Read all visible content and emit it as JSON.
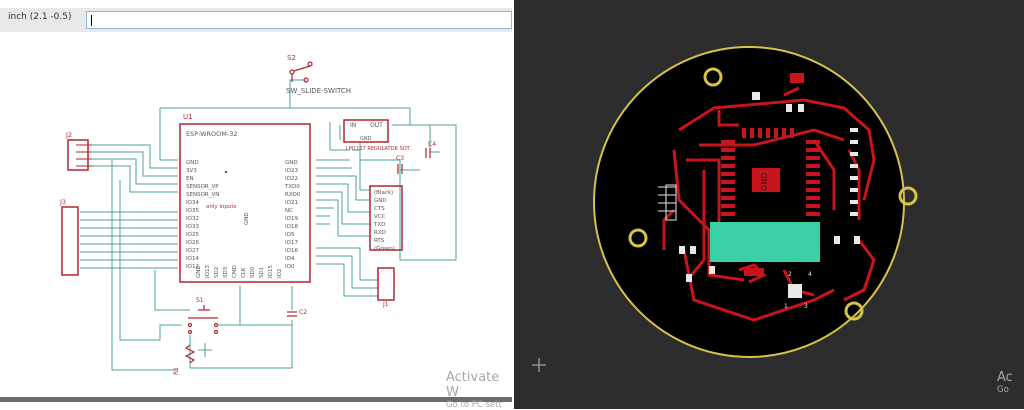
{
  "command_bar": {
    "coordinate_readout": "inch (2.1 -0.5)",
    "command_input_value": ""
  },
  "schematic": {
    "switch_ref": "S2",
    "switch_label": "SW_SLIDE-SWITCH",
    "module_ref": "U1",
    "module_name": "ESP-WROOM-32",
    "left_pins": [
      "GND",
      "3V3",
      "EN",
      "SENSOR_VP",
      "SENSOR_VN",
      "IO34",
      "IO35",
      "IO32",
      "IO33",
      "IO25",
      "IO26",
      "IO27",
      "IO14",
      "IO12"
    ],
    "right_pins": [
      "GND",
      "IO23",
      "IO22",
      "TXD0",
      "RXD0",
      "IO21",
      "NC",
      "IO19",
      "IO18",
      "IO5",
      "IO17",
      "IO16",
      "IO4",
      "IO0"
    ],
    "bottom_pins": [
      "GND",
      "IO13",
      "SD2",
      "SD3",
      "CMD",
      "CLK",
      "SD0",
      "SD1",
      "IO15",
      "IO2"
    ],
    "center_gnd": "GND",
    "input_note": "only inputs",
    "regulator_pins": {
      "in": "IN",
      "out": "OUT",
      "gnd": "GND"
    },
    "regulator_label": "LM1117 REGULATOR SOT",
    "cap_labels": [
      "C4",
      "C3",
      "C2"
    ],
    "header_j2": "J2",
    "header_j3": "J3",
    "header_j1": "J1",
    "button_ref": "S1",
    "resistor_ref": "R1",
    "ftdi_pins": [
      "(Black)",
      "GND",
      "CTS",
      "VCC",
      "TXD",
      "RXD",
      "RTS",
      "(Green)"
    ]
  },
  "board": {
    "gnd_label": "GND",
    "silk_labels": [
      "1",
      "2",
      "3",
      "4"
    ]
  },
  "watermark": {
    "title": "Activate W",
    "subtitle": "Go to PC sett",
    "title_right": "Ac",
    "subtitle_right": "Go"
  },
  "colors": {
    "wire": "#4aa3a0",
    "symbol": "#b3262b",
    "board_outline": "#d7c24a",
    "copper": "#c8141c",
    "pad": "#e8e8e8",
    "label_fill": "#3ad1a6",
    "board_bg": "#000000",
    "editor_bg": "#2d2d2d"
  }
}
